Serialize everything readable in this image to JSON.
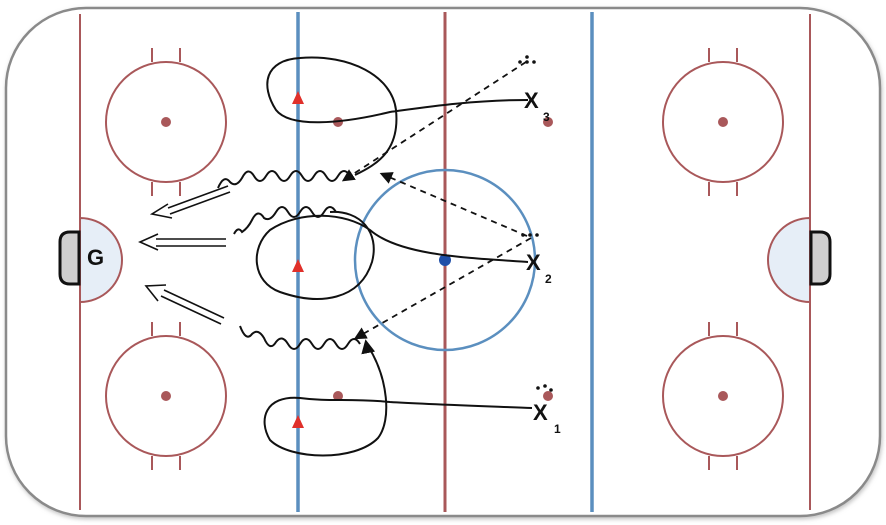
{
  "diagram": {
    "goalie_label": "G",
    "players": [
      {
        "id": "x1",
        "symbol": "X",
        "number": "1"
      },
      {
        "id": "x2",
        "symbol": "X",
        "number": "2"
      },
      {
        "id": "x3",
        "symbol": "X",
        "number": "3"
      }
    ],
    "colors": {
      "board": "#7a7a7a",
      "red_line": "#a9585a",
      "blue_line": "#5b8fbf",
      "center_dot": "#1f4fa8",
      "cone": "#e0302a",
      "path": "#111111",
      "crease": "#e6eef7",
      "net": "#cfcfcf"
    }
  }
}
